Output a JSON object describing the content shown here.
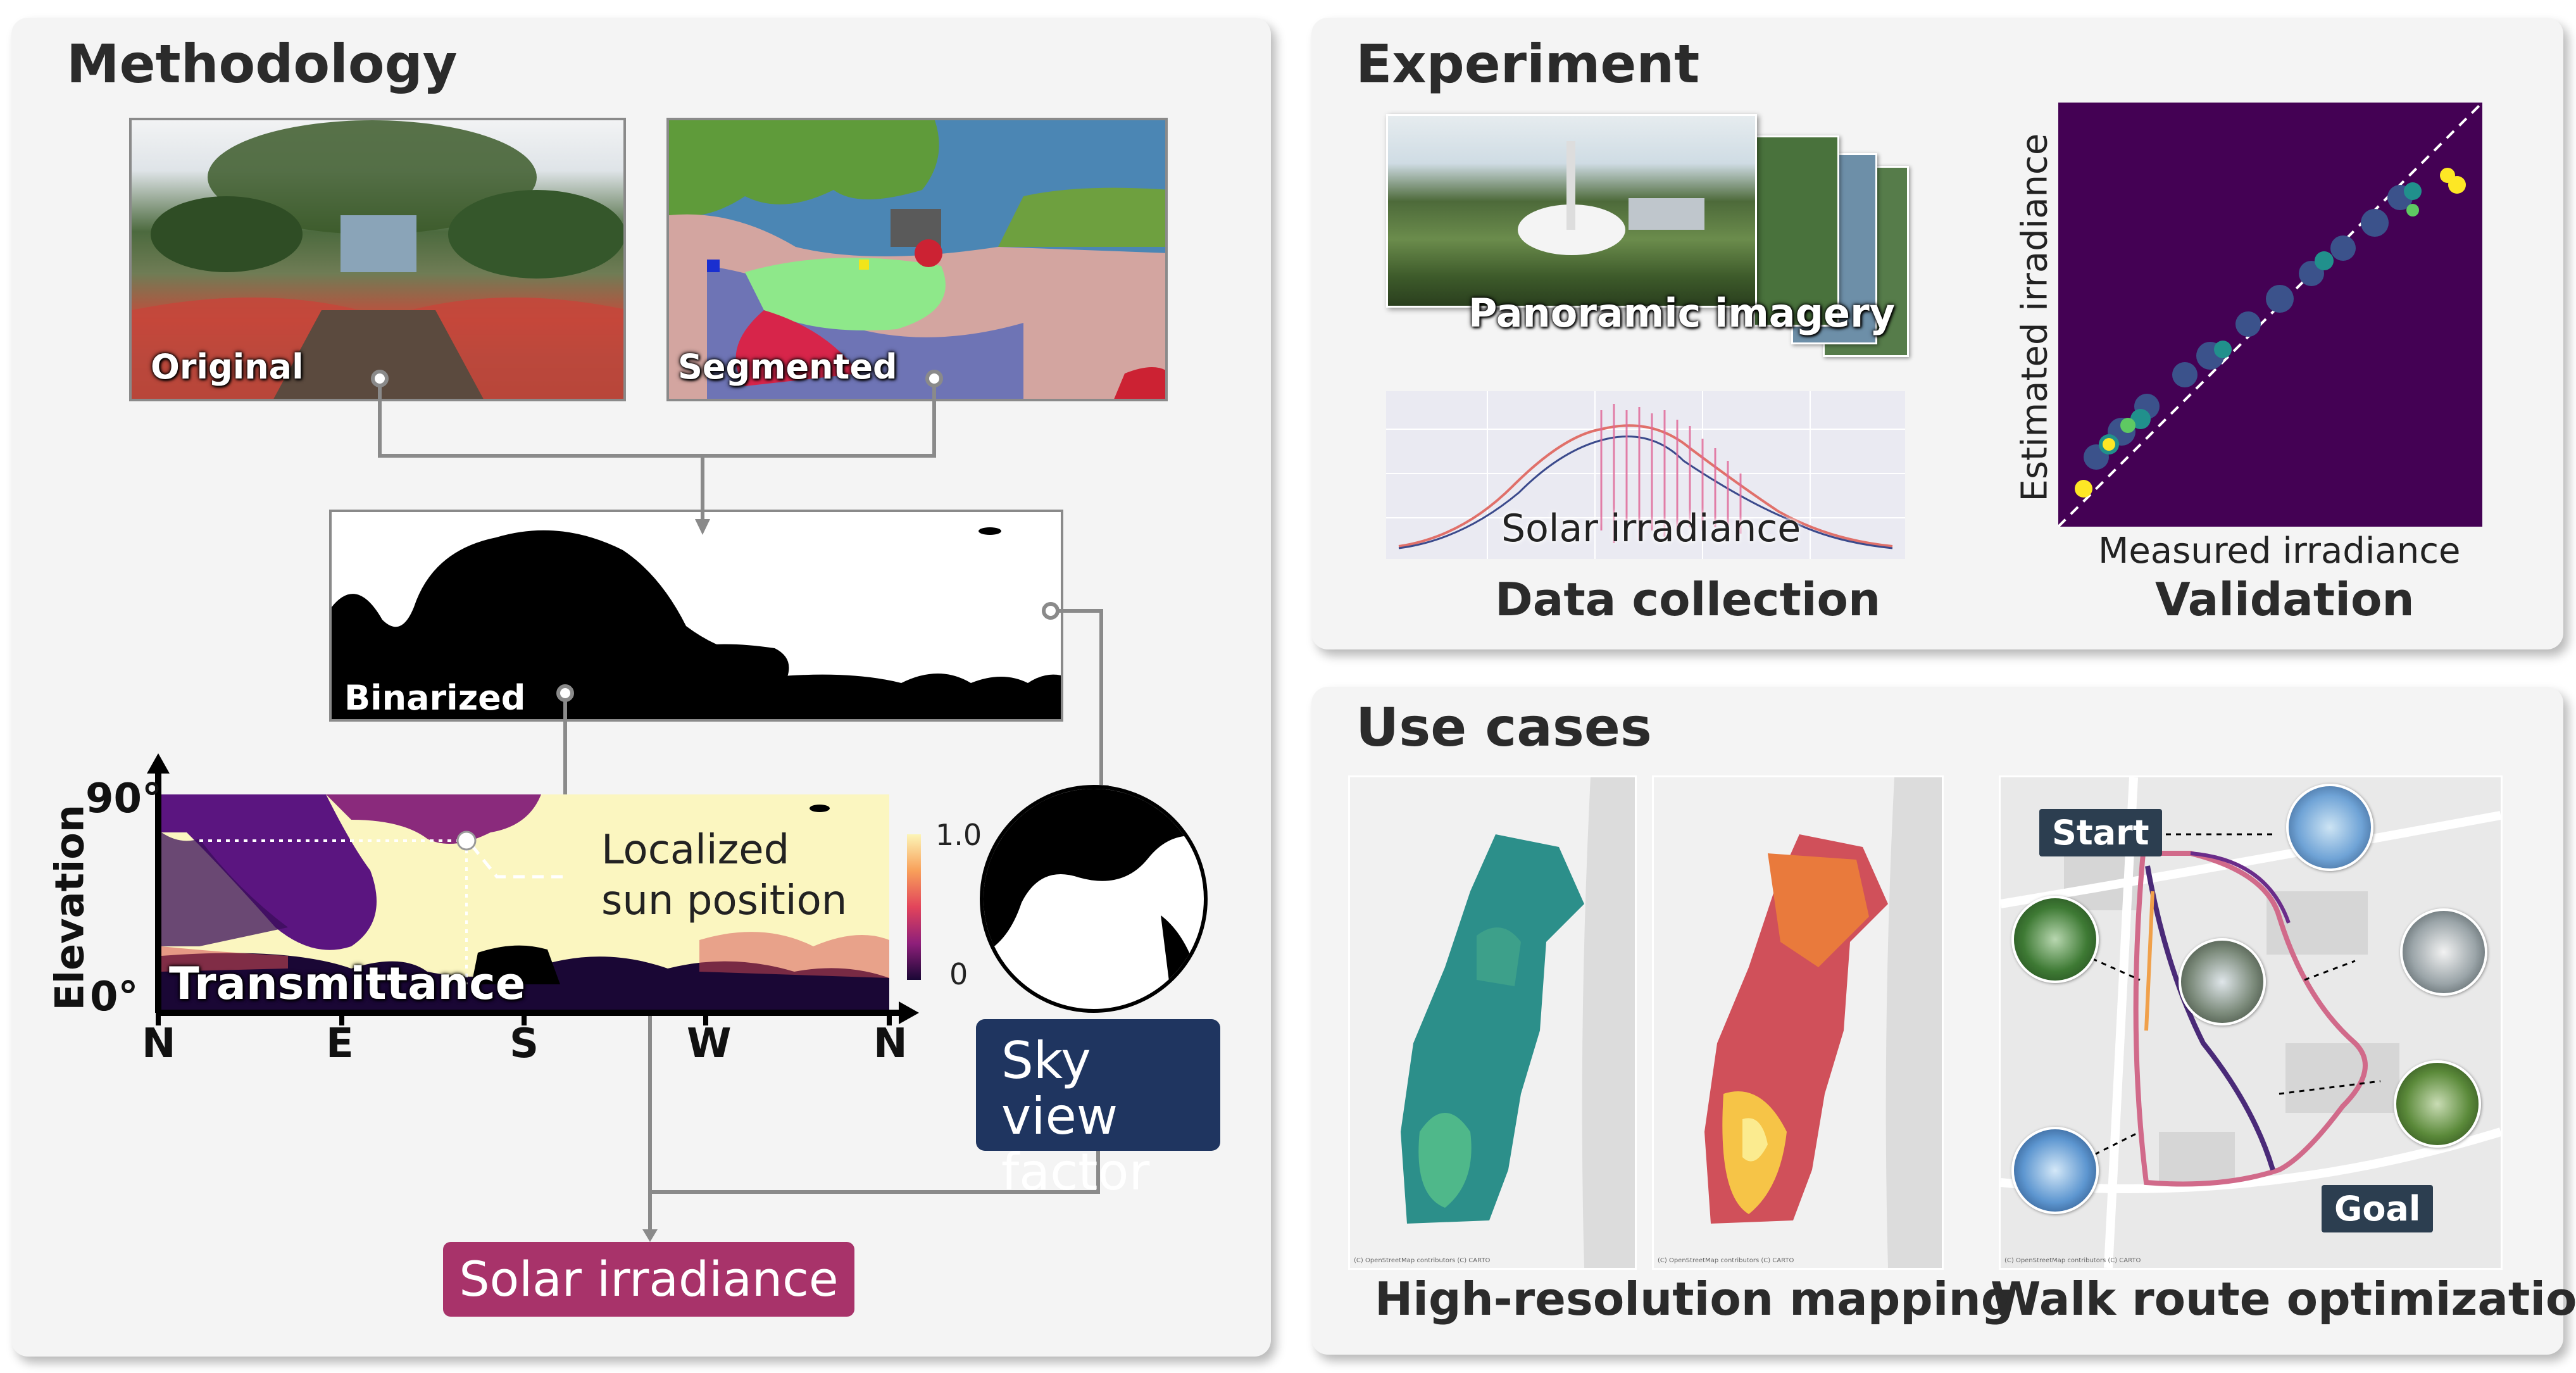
{
  "methodology": {
    "title": "Methodology",
    "original_label": "Original",
    "segmented_label": "Segmented",
    "binarized_label": "Binarized",
    "elevation_label": "Elevation",
    "elev_top": "90°",
    "elev_bottom": "0°",
    "directions": [
      "N",
      "E",
      "S",
      "W",
      "N"
    ],
    "transmittance_label": "Transmittance",
    "sun_line1": "Localized",
    "sun_line2": "sun position",
    "colorbar_max": "1.0",
    "colorbar_min": "0",
    "sky_view_line1": "Sky view",
    "sky_view_line2": "factor",
    "solar_irradiance": "Solar irradiance"
  },
  "experiment": {
    "title": "Experiment",
    "panoramic_label": "Panoramic imagery",
    "solar_label": "Solar irradiance",
    "data_collection": "Data collection",
    "validation": "Validation",
    "x_axis": "Measured irradiance",
    "y_axis": "Estimated irradiance"
  },
  "use_cases": {
    "title": "Use cases",
    "mapping_caption": "High-resolution mapping",
    "route_caption": "Walk route optimization",
    "start_tag": "Start",
    "goal_tag": "Goal",
    "attribution": "(C) OpenStreetMap contributors (C) CARTO"
  },
  "colors": {
    "panel_bg": "#f4f4f4",
    "sky_view_box": "#1f3560",
    "solar_box": "#a8336a",
    "heat_background": "#440154",
    "sky_beige": "#fbf6c0"
  }
}
